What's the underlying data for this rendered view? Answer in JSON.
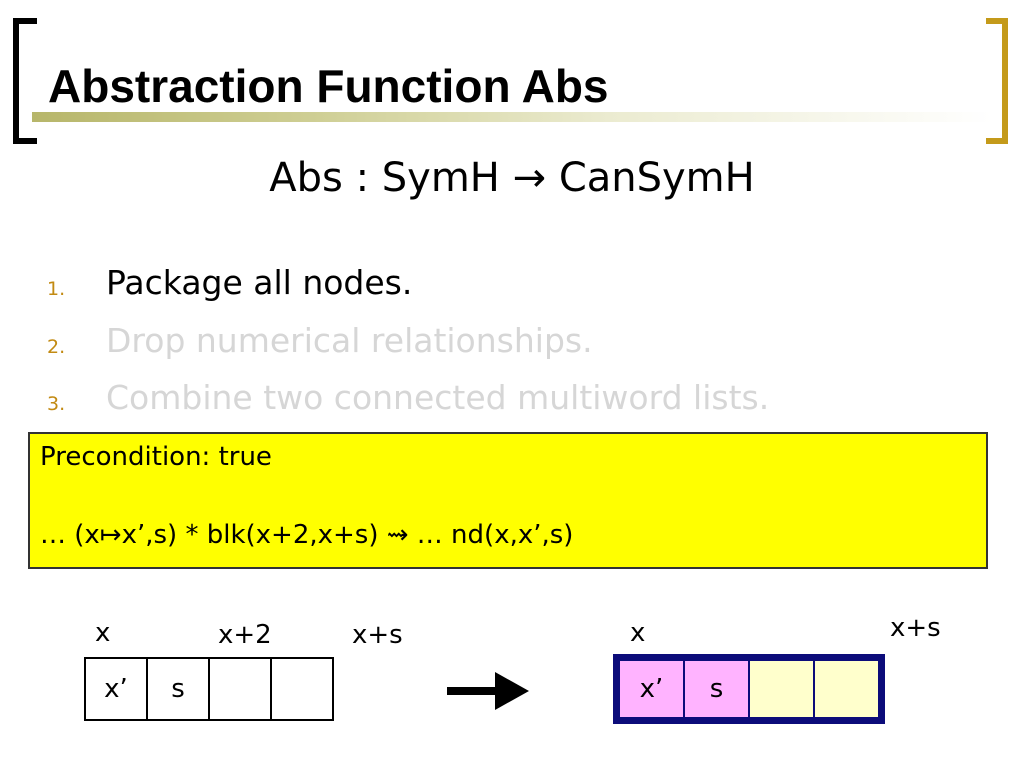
{
  "slide": {
    "title": "Abstraction Function Abs",
    "formula": "Abs : SymH → CanSymH"
  },
  "steps": [
    {
      "number": "1.",
      "text": "Package all nodes.",
      "state": "active"
    },
    {
      "number": "2.",
      "text": "Drop numerical relationships.",
      "state": "dimmed"
    },
    {
      "number": "3.",
      "text": "Combine two connected multiword lists.",
      "state": "dimmed"
    }
  ],
  "precondition_box": {
    "line1": "Precondition:   true",
    "line2": "…  (x↦x’,s) * blk(x+2,x+s)  ⇝   …  nd(x,x’,s)",
    "background": "#ffff00"
  },
  "left_diagram": {
    "labels": [
      "x",
      "x+2",
      "x+s"
    ],
    "cells": [
      "x’",
      "s",
      "",
      ""
    ]
  },
  "right_diagram": {
    "labels": [
      "x",
      "x+s"
    ],
    "cells": [
      "x’",
      "s",
      "",
      ""
    ],
    "cell_colors": [
      "#ffb3ff",
      "#ffb3ff",
      "#ffffcc",
      "#ffffcc"
    ],
    "border_color": "#0c0c7a"
  },
  "colors": {
    "accent_bracket": "#c49a1a",
    "list_number": "#c28a12",
    "dimmed_text": "#d6d6d6"
  },
  "icons": {
    "transition": "right-arrow-icon"
  }
}
